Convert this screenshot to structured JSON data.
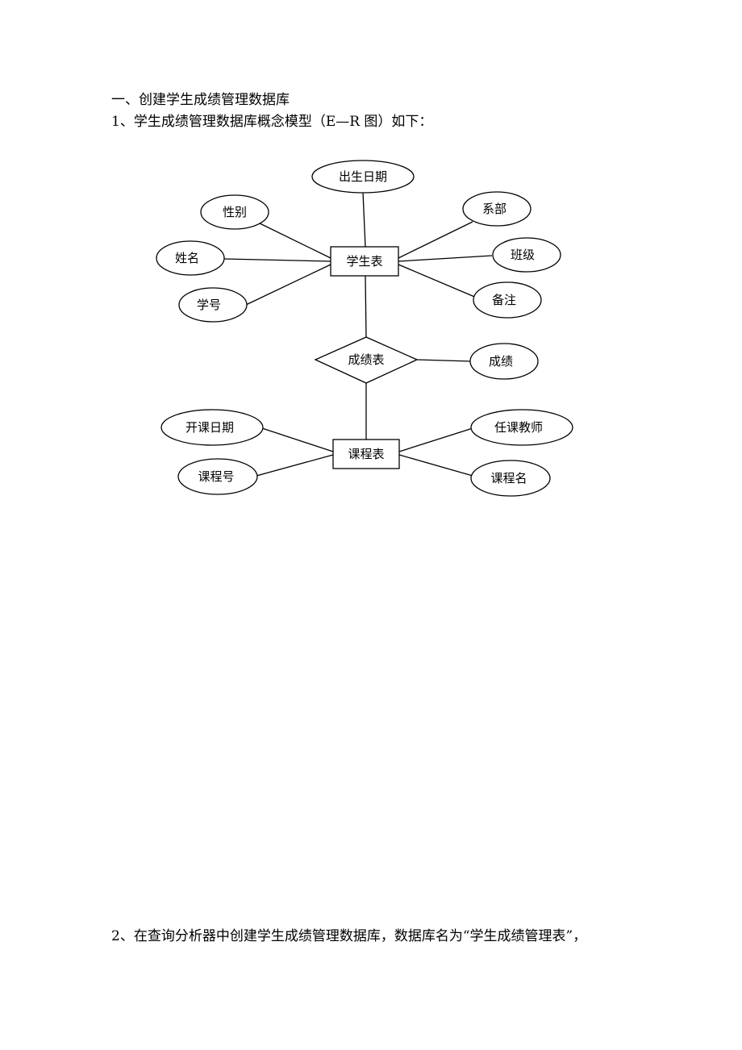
{
  "document": {
    "heading": "一、创建学生成绩管理数据库",
    "subheading": "1、学生成绩管理数据库概念模型（E—R 图）如下：",
    "footer_text": "2、在查询分析器中创建学生成绩管理数据库，数据库名为“学生成绩管理表”，"
  },
  "er_diagram": {
    "entities": {
      "student": "学生表",
      "course": "课程表"
    },
    "relationships": {
      "grade": "成绩表"
    },
    "attributes": {
      "birth_date": "出生日期",
      "gender": "性别",
      "name": "姓名",
      "student_id": "学号",
      "department": "系部",
      "class": "班级",
      "remarks": "备注",
      "score": "成绩",
      "course_start_date": "开课日期",
      "course_id": "课程号",
      "teacher": "任课教师",
      "course_name": "课程名"
    }
  }
}
